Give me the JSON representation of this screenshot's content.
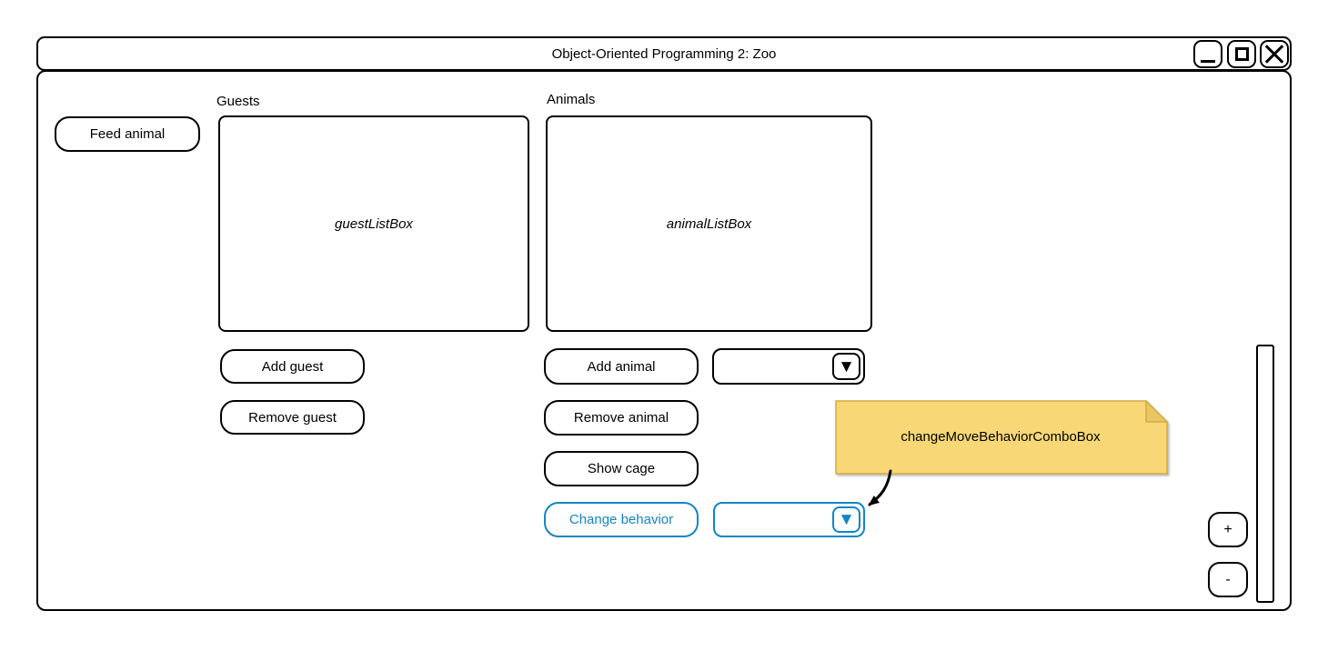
{
  "window": {
    "title": "Object-Oriented Programming 2: Zoo"
  },
  "left_panel": {
    "feed_animal": "Feed animal"
  },
  "guests": {
    "label": "Guests",
    "listbox_placeholder": "guestListBox",
    "add": "Add guest",
    "remove": "Remove guest"
  },
  "animals": {
    "label": "Animals",
    "listbox_placeholder": "animalListBox",
    "add": "Add animal",
    "remove": "Remove animal",
    "show_cage": "Show cage",
    "change_behavior": "Change behavior",
    "animal_type_combo": {
      "value": ""
    },
    "behavior_combo": {
      "value": ""
    }
  },
  "note": {
    "text": "changeMoveBehaviorComboBox"
  },
  "zoom_controls": {
    "plus": "+",
    "minus": "-"
  },
  "icons": {
    "dropdown": "▼"
  },
  "colors": {
    "accent_blue": "#1285C7",
    "note_fill": "#F8D876",
    "note_fold": "#E8C763",
    "note_border": "#D2AC45",
    "outline": "#000000"
  }
}
